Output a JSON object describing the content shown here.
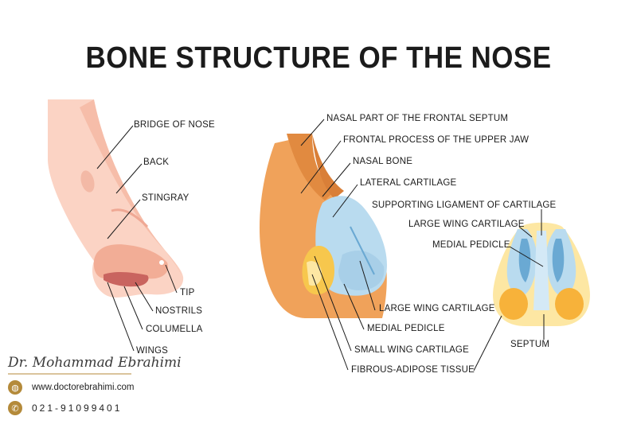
{
  "title": "BONE STRUCTURE OF THE NOSE",
  "left_labels": {
    "bridge": "BRIDGE OF NOSE",
    "back": "BACK",
    "stingray": "STINGRAY",
    "tip": "TIP",
    "nostrils": "NOSTRILS",
    "columella": "COLUMELLA",
    "wings": "WINGS"
  },
  "middle_labels": {
    "frontal_septum": "NASAL PART OF THE FRONTAL SEPTUM",
    "frontal_process": "FRONTAL PROCESS OF THE UPPER JAW",
    "nasal_bone": "NASAL BONE",
    "lateral_cartilage": "LATERAL CARTILAGE",
    "large_wing": "LARGE WING CARTILAGE",
    "medial_pedicle": "MEDIAL PEDICLE",
    "small_wing": "SMALL WING CARTILAGE",
    "fibrous": "FIBROUS-ADIPOSE TISSUE"
  },
  "right_labels": {
    "supporting_ligament": "SUPPORTING LIGAMENT OF CARTILAGE",
    "large_wing": "LARGE WING CARTILAGE",
    "medial_pedicle": "MEDIAL PEDICLE",
    "septum": "SEPTUM"
  },
  "brand": {
    "name": "Dr. Mohammad Ebrahimi",
    "website": "www.doctorebrahimi.com",
    "phone": "021-91099401",
    "website_icon": "globe-icon",
    "phone_icon": "phone-icon"
  },
  "colors": {
    "skin_light": "#fbd3c4",
    "skin_mid": "#f4b39e",
    "skin_dark": "#e58a7a",
    "bone_orange": "#f0a25a",
    "bone_dark": "#d97f38",
    "cartilage_blue": "#b9dbef",
    "cartilage_dark": "#6aa9d3",
    "fat_yellow": "#f7c74d",
    "fat_light": "#fde7a3"
  }
}
